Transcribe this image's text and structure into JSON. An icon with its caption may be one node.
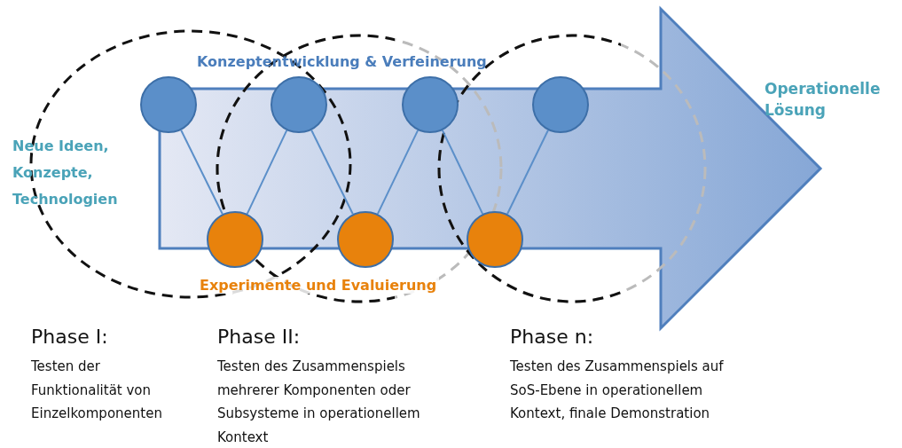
{
  "diagram": {
    "nodes": [
      {
        "text": [],
        "shape": "circle"
      },
      {
        "text": [],
        "shape": "circle"
      },
      {
        "text": [],
        "shape": "circle"
      },
      {
        "text": [],
        "shape": "circle"
      },
      {
        "text": [],
        "shape": "circle"
      },
      {
        "text": [],
        "shape": "circle"
      },
      {
        "text": [],
        "shape": "circle"
      }
    ],
    "edges": [
      {
        "from": 0,
        "to": 4,
        "arrow": "none"
      },
      {
        "from": 4,
        "to": 1,
        "arrow": "none"
      },
      {
        "from": 1,
        "to": 5,
        "arrow": "none"
      },
      {
        "from": 5,
        "to": 2,
        "arrow": "none"
      },
      {
        "from": 2,
        "to": 6,
        "arrow": "none"
      },
      {
        "from": 6,
        "to": 3,
        "arrow": "none"
      }
    ],
    "labels": [
      "Konzeptentwicklung & Verfeinerung",
      "Operationelle Lösung",
      "Neue Ideen, Konzepte, Technologien",
      "Experimente und Evaluierung",
      "Phase I:",
      "Testen der Funktionalität von Einzelkomponenten",
      "Phase II:",
      "Testen des Zusammenspiels mehrerer Komponenten oder Subsysteme in operationellem Kontext",
      "Phase n:",
      "Testen des Zusammenspiels auf SoS-Ebene in operationellem Kontext, finale Demonstration"
    ]
  }
}
